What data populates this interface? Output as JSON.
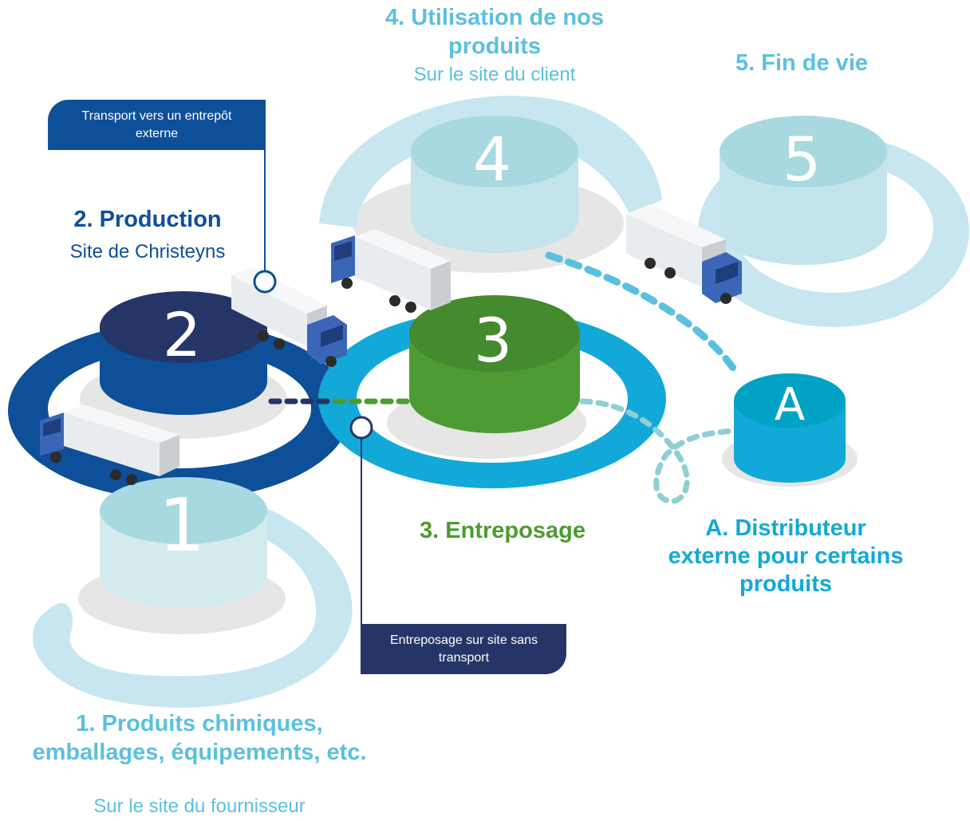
{
  "stages": {
    "s1": {
      "number": "1",
      "title": "1. Produits chimiques, emballages, équipements, etc.",
      "subtitle": "Sur le site du fournisseur"
    },
    "s2": {
      "number": "2",
      "title": "2. Production",
      "subtitle": "Site de Christeyns"
    },
    "s3": {
      "number": "3",
      "title": "3. Entreposage"
    },
    "s4": {
      "number": "4",
      "title": "4. Utilisation de nos produits",
      "subtitle": "Sur le site du client"
    },
    "s5": {
      "number": "5",
      "title": "5. Fin de vie"
    },
    "sA": {
      "number": "A",
      "title": "A. Distributeur externe pour certains produits"
    }
  },
  "callouts": {
    "transport": "Transport vers un entrepôt externe",
    "onsite": "Entreposage sur site sans transport"
  },
  "colors": {
    "light_blue": "#5bc0e0",
    "pale_teal": "#a9d9e0",
    "navy": "#263567",
    "dark_blue": "#0e4f99",
    "green": "#4c9b33",
    "cyan": "#12a9d8"
  }
}
